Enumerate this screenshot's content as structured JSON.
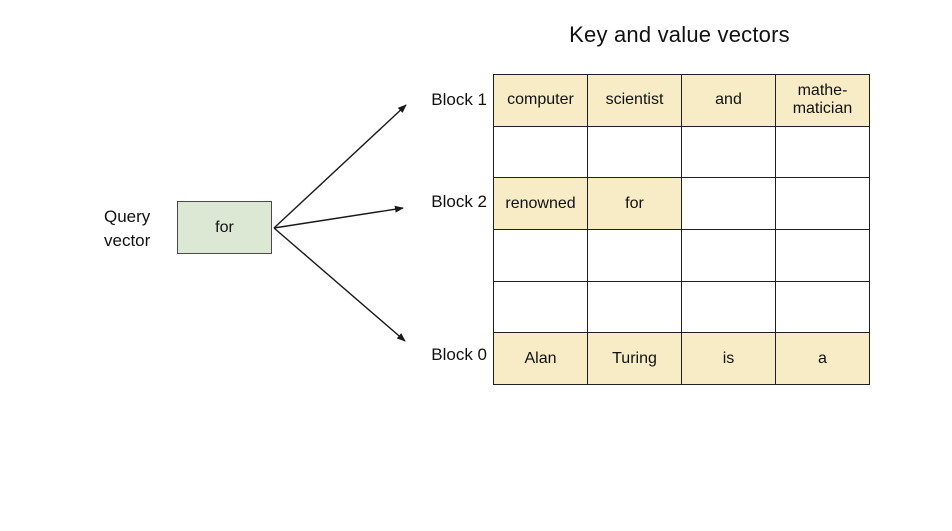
{
  "title": "Key and value vectors",
  "query_vector": {
    "label": "Query\nvector",
    "value": "for"
  },
  "block_labels": {
    "block1": "Block 1",
    "block2": "Block 2",
    "block0": "Block 0"
  },
  "table": {
    "columns": 4,
    "rows": [
      {
        "cells": [
          {
            "text": "computer",
            "highlighted": true
          },
          {
            "text": "scientist",
            "highlighted": true
          },
          {
            "text": "and",
            "highlighted": true
          },
          {
            "text": "mathe-\nmatician",
            "highlighted": true
          }
        ]
      },
      {
        "cells": [
          {
            "text": "",
            "highlighted": false
          },
          {
            "text": "",
            "highlighted": false
          },
          {
            "text": "",
            "highlighted": false
          },
          {
            "text": "",
            "highlighted": false
          }
        ]
      },
      {
        "cells": [
          {
            "text": "renowned",
            "highlighted": true
          },
          {
            "text": "for",
            "highlighted": true
          },
          {
            "text": "",
            "highlighted": false
          },
          {
            "text": "",
            "highlighted": false
          }
        ]
      },
      {
        "cells": [
          {
            "text": "",
            "highlighted": false
          },
          {
            "text": "",
            "highlighted": false
          },
          {
            "text": "",
            "highlighted": false
          },
          {
            "text": "",
            "highlighted": false
          }
        ]
      },
      {
        "cells": [
          {
            "text": "",
            "highlighted": false
          },
          {
            "text": "",
            "highlighted": false
          },
          {
            "text": "",
            "highlighted": false
          },
          {
            "text": "",
            "highlighted": false
          }
        ]
      },
      {
        "cells": [
          {
            "text": "Alan",
            "highlighted": true
          },
          {
            "text": "Turing",
            "highlighted": true
          },
          {
            "text": "is",
            "highlighted": true
          },
          {
            "text": "a",
            "highlighted": true
          }
        ]
      }
    ]
  },
  "colors": {
    "highlight": "#f7ecc6",
    "query_box_fill": "#dce8d3",
    "line": "#1a1a1a"
  }
}
